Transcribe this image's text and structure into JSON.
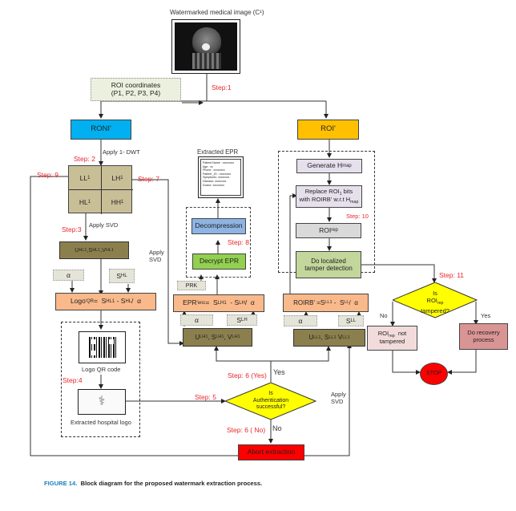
{
  "title": "Watermarked medical image (C¹)",
  "roi_coordinates": {
    "line1": "ROI coordinates",
    "line2": "(P1, P2, P3, P4)"
  },
  "roni": "RONI'",
  "roi": "ROI'",
  "steps": {
    "s1": "Step:1",
    "s2": "Step: 2",
    "s3": "Step:3",
    "s4": "Step:4",
    "s5": "Step: 5",
    "s6yes": "Step: 6 (Yes)",
    "s6no": "Step: 6 ( No)",
    "s7": "Step: 7",
    "s8": "Step: 8",
    "s9": "Step: 9",
    "s10": "Step: 10",
    "s11": "Step: 11"
  },
  "labels": {
    "apply_dwt": "Apply 1- DWT",
    "apply_svd": "Apply SVD",
    "apply_svd_2a": "Apply",
    "apply_svd_2b": "SVD",
    "yes": "Yes",
    "no": "No"
  },
  "subbands": {
    "ll": "LL",
    "lh": "LH",
    "hl": "HL",
    "hh": "HH",
    "sup": "1"
  },
  "svd": {
    "hl": {
      "u": "U",
      "s": "S",
      "v": "V",
      "sub": "HL"
    },
    "lh": {
      "u": "U",
      "s": "S",
      "v": "V",
      "sub": "LH"
    },
    "ll": {
      "u": "U",
      "s": "S",
      "v": "V",
      "sub": "LL"
    }
  },
  "params": {
    "alpha": "α",
    "s": "S",
    "prk": "PRK"
  },
  "formulas": {
    "logo_lhs": "Logo ",
    "logo_sub": "QR",
    "epr_lhs": "EPR ",
    "epr_sub": "enc",
    "roirb_lhs": "ROIRB' = "
  },
  "qr_caption": "Logo QR code",
  "logo_caption": "Extracted hospital logo",
  "extracted_epr": {
    "title": "Extracted EPR",
    "lines": [
      "Patient Name : xxxxxxxx",
      "Age : xx",
      "Phone : xxxxxxxx",
      "Patient _ID : xxxxxxxx",
      "Symptoms: xxxxxxxx",
      "Disease: xxxxxxxx",
      "Doctor: xxxxxxxx"
    ]
  },
  "decompression": "Decompression",
  "decrypt": "Decrypt EPR",
  "generate_hmap": {
    "text": "Generate H",
    "sub": "map"
  },
  "replace": {
    "line1a": "Replace ROI",
    "line1sub": "1",
    "line1b": " bits",
    "line2a": "with ROIRB' w.r.t H",
    "line2sub": "map"
  },
  "roi_rep": {
    "text": "ROI",
    "sub": "rep"
  },
  "tamper_detect": "Do localized tamper detection",
  "auth_decision": {
    "line1": "Is",
    "line2": "Authentication",
    "line3": "successful?"
  },
  "tamper_decision": {
    "line1": "Is",
    "line2": "ROI",
    "line2sub": "rep",
    "line3": "tampered?"
  },
  "not_tampered": {
    "a": "ROI",
    "sub": "rep",
    "b": "  not",
    "line2": "tampered"
  },
  "recovery": "Do recovery process",
  "stop": "STOP",
  "abort": "Abort extraction",
  "caption": {
    "label": "FIGURE 14.",
    "text": "Block diagram for the proposed watermark extraction process."
  },
  "colors": {
    "roni": "#00b0f0",
    "roi": "#ffc000",
    "decompression": "#8eb4e3",
    "decrypt": "#92d050",
    "decision": "#ffff00",
    "abort": "#ff0000",
    "stop": "#ff0000",
    "recovery": "#d99594",
    "not_tampered": "#f2dcdb",
    "tamper_detect": "#c3d69b",
    "replace": "#e6e0ec",
    "roi_rep": "#d9d9d9",
    "step_text": "#e8262b"
  }
}
